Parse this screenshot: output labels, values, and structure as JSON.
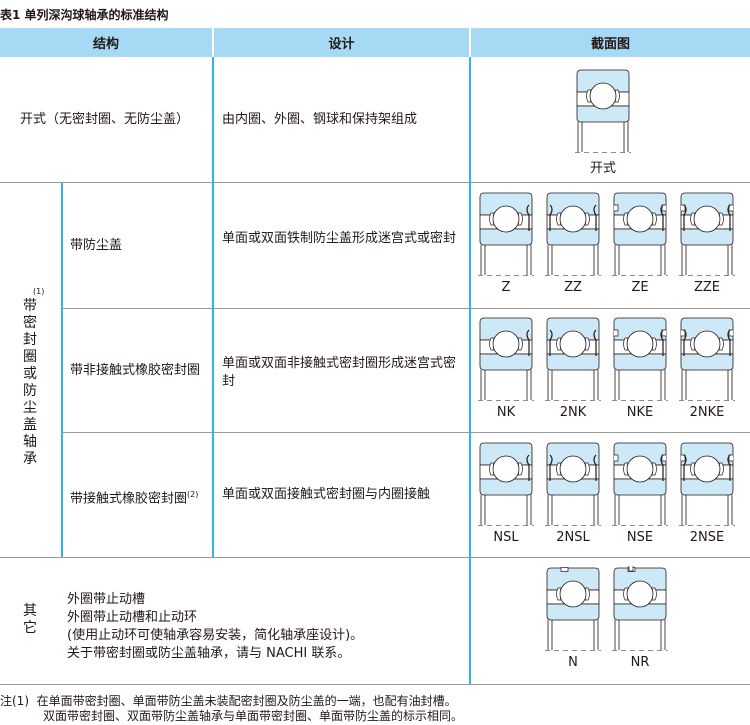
{
  "title": "表1  单列深沟球轴承的标准结构",
  "header": {
    "structure": "结构",
    "design": "设计",
    "section": "截面图"
  },
  "rows": {
    "open": {
      "structure": "开式（无密封圈、无防尘盖）",
      "design": "由内圈、外圈、钢球和保持架组成",
      "figures": [
        {
          "code": "open",
          "label": "开式"
        }
      ]
    },
    "group_label": "带密封圈或防尘盖轴承",
    "group_note": "(1)",
    "shield": {
      "structure": "带防尘盖",
      "design": "单面或双面铁制防尘盖形成迷宫式或密封",
      "figures": [
        {
          "code": "Z",
          "label": "Z"
        },
        {
          "code": "ZZ",
          "label": "ZZ"
        },
        {
          "code": "ZE",
          "label": "ZE"
        },
        {
          "code": "ZZE",
          "label": "ZZE"
        }
      ]
    },
    "noncontact": {
      "structure": "带非接触式橡胶密封圈",
      "design": "单面或双面非接触式密封圈形成迷宫式密封",
      "figures": [
        {
          "code": "NK",
          "label": "NK"
        },
        {
          "code": "2NK",
          "label": "2NK"
        },
        {
          "code": "NKE",
          "label": "NKE"
        },
        {
          "code": "2NKE",
          "label": "2NKE"
        }
      ]
    },
    "contact": {
      "structure": "带接触式橡胶密封圈",
      "note": "(2)",
      "design": "单面或双面接触式密封圈与内圈接触",
      "figures": [
        {
          "code": "NSL",
          "label": "NSL"
        },
        {
          "code": "2NSL",
          "label": "2NSL"
        },
        {
          "code": "NSE",
          "label": "NSE"
        },
        {
          "code": "2NSE",
          "label": "2NSE"
        }
      ]
    },
    "other": {
      "structure": "其它",
      "lines": [
        "外圈带止动槽",
        "外圈带止动槽和止动环",
        "(使用止动环可使轴承容易安装，简化轴承座设计)。",
        "关于带密封圈或防尘盖轴承，请与 NACHI 联系。"
      ],
      "figures": [
        {
          "code": "N",
          "label": "N"
        },
        {
          "code": "NR",
          "label": "NR"
        }
      ]
    }
  },
  "notes": {
    "prefix": "注(1)",
    "lines": [
      "在单面带密封圈、单面带防尘盖未装配密封圈及防尘盖的一端，也配有油封槽。",
      "双面带密封圈、双面带防尘盖轴承与单面带密封圈、单面带防尘盖的标示相同。"
    ]
  },
  "colors": {
    "header": "#a6d9f4",
    "ring": "#cde9f8",
    "divider": "#2fb5e6"
  }
}
